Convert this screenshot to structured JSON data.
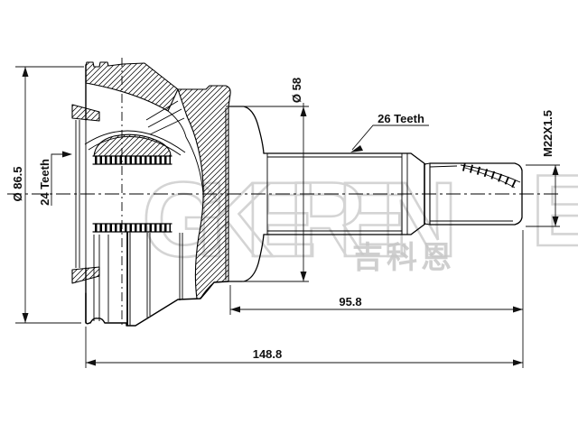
{
  "drawing": {
    "part": "cv-joint-outer-race-section",
    "dimensions": {
      "outer_diameter": "Ø 86.5",
      "inner_spline_teeth": "24 Teeth",
      "body_diameter": "Ø 58",
      "shaft_spline_teeth": "26 Teeth",
      "thread_spec": "M22X1.5",
      "shaft_length": "95.8",
      "total_length": "148.8"
    },
    "watermark": {
      "brand_text": "GKEREN",
      "brand_text_partial": "EN",
      "chinese_text": "吉科恩"
    },
    "colors": {
      "line": "#000000",
      "dimension_line": "#111111",
      "watermark_latin": "#d4d4d4",
      "watermark_cjk": "#c7c7c7",
      "background": "#ffffff"
    }
  }
}
